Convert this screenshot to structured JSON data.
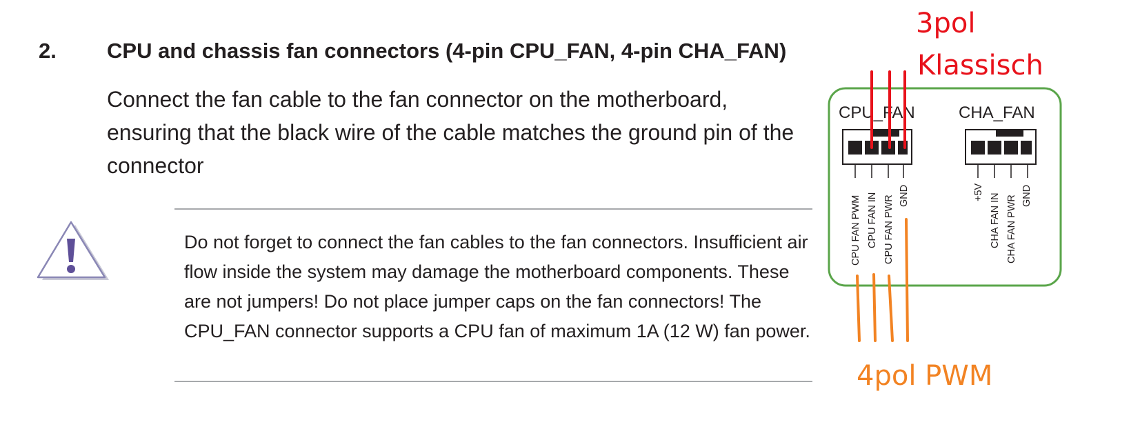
{
  "section": {
    "number": "2.",
    "title": "CPU and chassis fan connectors (4-pin CPU_FAN, 4-pin CHA_FAN)",
    "body": "Connect the fan cable to the fan connector on the motherboard, ensuring that the black wire of the cable matches the ground pin of the connector"
  },
  "note": {
    "icon": "warning-exclamation-icon",
    "text": "Do not forget to connect the fan cables to the fan connectors. Insufficient air flow inside the system may damage the motherboard components. These are not jumpers! Do not place jumper caps on the fan connectors! The CPU_FAN connector supports a CPU fan of maximum 1A (12 W) fan power."
  },
  "diagram": {
    "cpu_fan": {
      "label": "CPU_FAN",
      "pins": [
        "CPU FAN PWM",
        "CPU FAN IN",
        "CPU FAN PWR",
        "GND"
      ]
    },
    "cha_fan": {
      "label": "CHA_FAN",
      "pins": [
        "+5V",
        "CHA FAN IN",
        "CHA FAN PWR",
        "GND"
      ]
    },
    "annotations": {
      "three_pin_line1": "3pol",
      "three_pin_line2": "Klassisch",
      "four_pin": "4pol PWM"
    },
    "colors": {
      "border": "#5aa54a",
      "three_pin": "#e8121b",
      "four_pin": "#f28323",
      "text": "#231f20"
    }
  }
}
